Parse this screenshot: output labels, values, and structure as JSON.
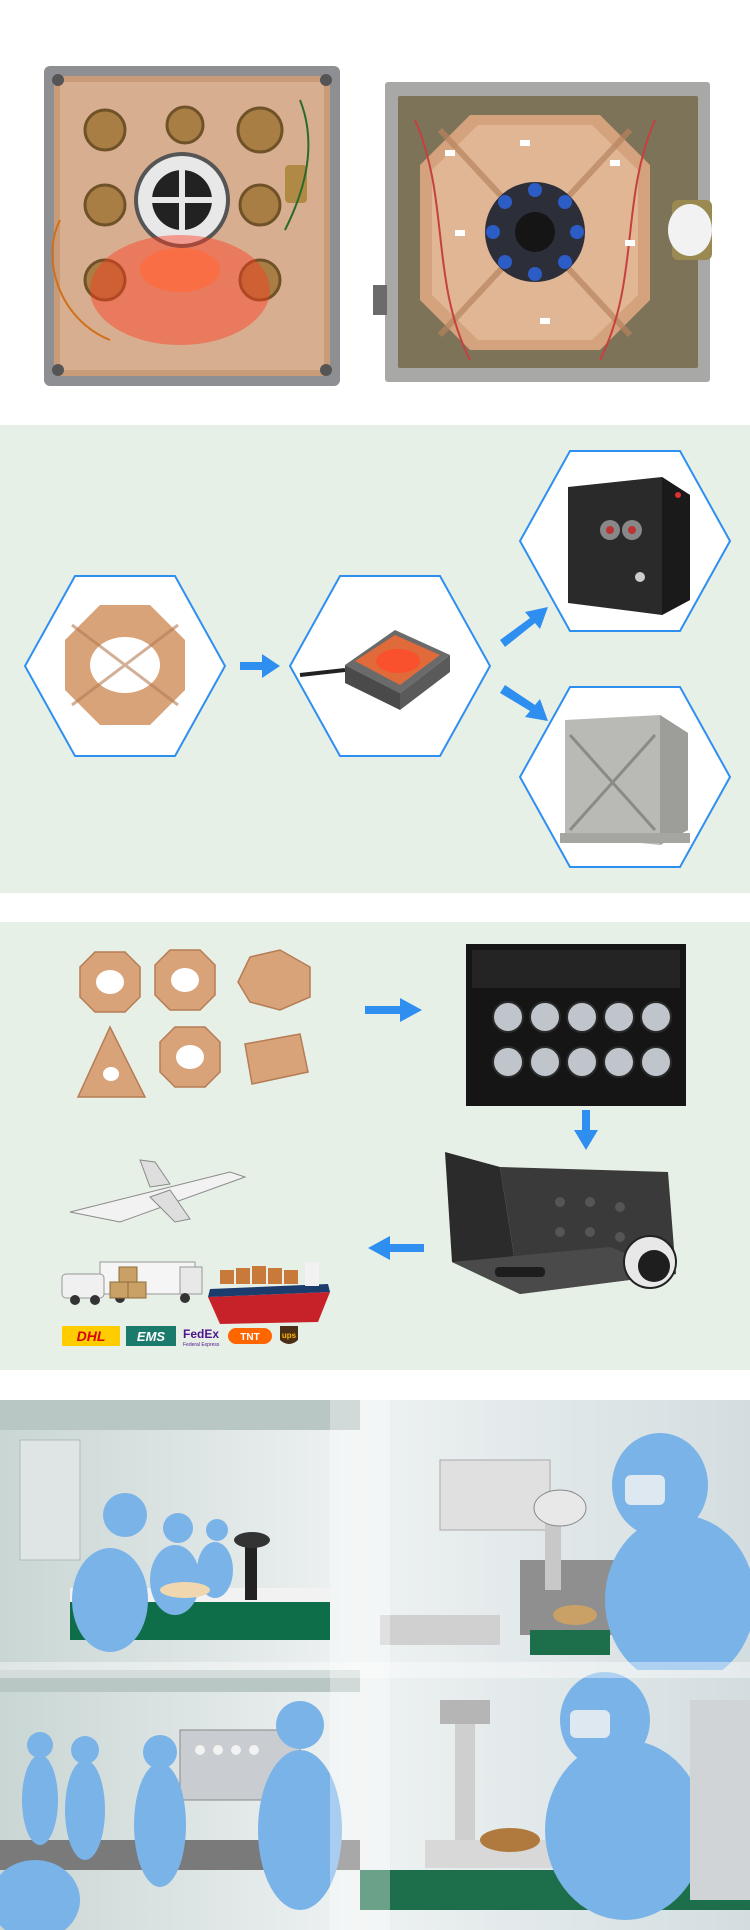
{
  "palette": {
    "section_bg": "#e7f0e6",
    "accent_blue": "#2e8ff0",
    "amber_part": "#d9a37a",
    "metal": "#b9b9b5"
  },
  "photos": [
    {
      "name": "assembled-device-open-top-photo"
    },
    {
      "name": "assembled-device-metal-housing-photo"
    }
  ],
  "process_flow": {
    "steps": [
      "amber-octagon-part",
      "assembled-red-lit-unit",
      "black-enclosure-unit",
      "silver-enclosure-unit"
    ],
    "arrow_icon": "right-arrow-icon"
  },
  "packaging_flow": {
    "steps": [
      "small-parts-set",
      "foam-tray-with-vials",
      "aluminum-carry-case",
      "air-land-sea-shipping"
    ],
    "arrow_icons": [
      "right-arrow-icon",
      "down-arrow-icon",
      "left-arrow-icon"
    ]
  },
  "shipping": {
    "logos": [
      {
        "name": "dhl-logo",
        "text": "DHL",
        "color": "#d40511",
        "bg": "#ffcc00"
      },
      {
        "name": "ems-logo",
        "text": "EMS",
        "color": "#ffffff",
        "bg": "#1a7a6c"
      },
      {
        "name": "fedex-logo",
        "text": "FedEx",
        "color": "#4d148c",
        "bg": "#ffffff"
      },
      {
        "name": "tnt-logo",
        "text": "TNT",
        "color": "#ffffff",
        "bg": "#ff6600"
      },
      {
        "name": "ups-logo",
        "text": "ups",
        "color": "#ffb500",
        "bg": "#4b2e17"
      }
    ],
    "fedex_tagline": "Federal Express"
  },
  "cleanroom": {
    "panels": [
      "cleanroom-workers-row-photo",
      "microscope-inspection-photo",
      "assembly-line-photo",
      "microscope-closeup-photo"
    ],
    "suit_color": "#7ab3e8"
  }
}
